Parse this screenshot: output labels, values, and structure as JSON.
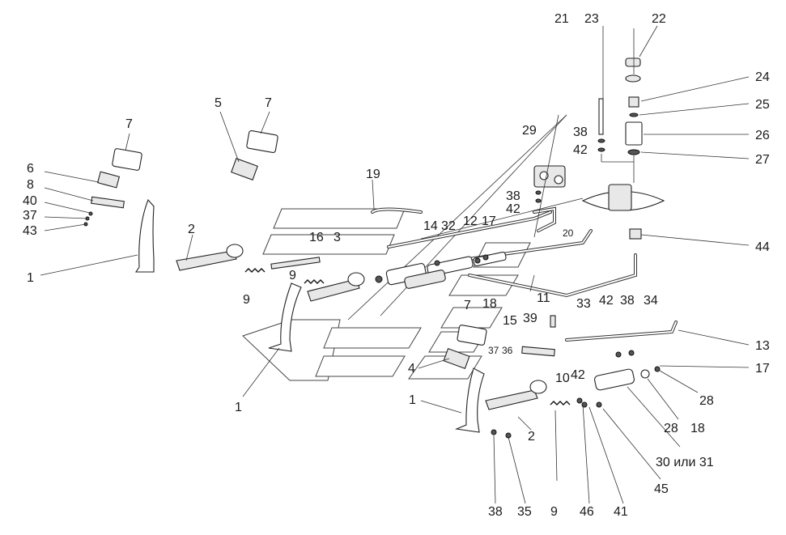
{
  "callouts": [
    {
      "id": "c-22",
      "text": "22"
    },
    {
      "id": "c-23",
      "text": "23"
    },
    {
      "id": "c-21",
      "text": "21"
    },
    {
      "id": "c-24",
      "text": "24"
    },
    {
      "id": "c-25",
      "text": "25"
    },
    {
      "id": "c-26",
      "text": "26"
    },
    {
      "id": "c-27",
      "text": "27"
    },
    {
      "id": "c-38a",
      "text": "38"
    },
    {
      "id": "c-42a",
      "text": "42"
    },
    {
      "id": "c-29",
      "text": "29"
    },
    {
      "id": "c-38b",
      "text": "38"
    },
    {
      "id": "c-42b",
      "text": "42"
    },
    {
      "id": "c-19",
      "text": "19"
    },
    {
      "id": "c-14",
      "text": "14"
    },
    {
      "id": "c-32",
      "text": "32"
    },
    {
      "id": "c-12",
      "text": "12"
    },
    {
      "id": "c-17a",
      "text": "17"
    },
    {
      "id": "c-20",
      "text": "20"
    },
    {
      "id": "c-44",
      "text": "44"
    },
    {
      "id": "c-5",
      "text": "5"
    },
    {
      "id": "c-7a",
      "text": "7"
    },
    {
      "id": "c-7b",
      "text": "7"
    },
    {
      "id": "c-6",
      "text": "6"
    },
    {
      "id": "c-8",
      "text": "8"
    },
    {
      "id": "c-40",
      "text": "40"
    },
    {
      "id": "c-37a",
      "text": "37"
    },
    {
      "id": "c-43",
      "text": "43"
    },
    {
      "id": "c-1a",
      "text": "1"
    },
    {
      "id": "c-2a",
      "text": "2"
    },
    {
      "id": "c-16",
      "text": "16"
    },
    {
      "id": "c-3",
      "text": "3"
    },
    {
      "id": "c-9a",
      "text": "9"
    },
    {
      "id": "c-9b",
      "text": "9"
    },
    {
      "id": "c-18a",
      "text": "18"
    },
    {
      "id": "c-11",
      "text": "11"
    },
    {
      "id": "c-7c",
      "text": "7"
    },
    {
      "id": "c-39",
      "text": "39"
    },
    {
      "id": "c-15",
      "text": "15"
    },
    {
      "id": "c-33",
      "text": "33"
    },
    {
      "id": "c-42c",
      "text": "42"
    },
    {
      "id": "c-38c",
      "text": "38"
    },
    {
      "id": "c-34",
      "text": "34"
    },
    {
      "id": "c-13",
      "text": "13"
    },
    {
      "id": "c-37b",
      "text": "37"
    },
    {
      "id": "c-36",
      "text": "36"
    },
    {
      "id": "c-4",
      "text": "4"
    },
    {
      "id": "c-10",
      "text": "10"
    },
    {
      "id": "c-42d",
      "text": "42"
    },
    {
      "id": "c-17b",
      "text": "17"
    },
    {
      "id": "c-1b",
      "text": "1"
    },
    {
      "id": "c-1c",
      "text": "1"
    },
    {
      "id": "c-28a",
      "text": "28"
    },
    {
      "id": "c-28b",
      "text": "28"
    },
    {
      "id": "c-18b",
      "text": "18"
    },
    {
      "id": "c-2b",
      "text": "2"
    },
    {
      "id": "c-30",
      "text": "30 или 31"
    },
    {
      "id": "c-45",
      "text": "45"
    },
    {
      "id": "c-38d",
      "text": "38"
    },
    {
      "id": "c-35",
      "text": "35"
    },
    {
      "id": "c-9c",
      "text": "9"
    },
    {
      "id": "c-46",
      "text": "46"
    },
    {
      "id": "c-41",
      "text": "41"
    }
  ]
}
